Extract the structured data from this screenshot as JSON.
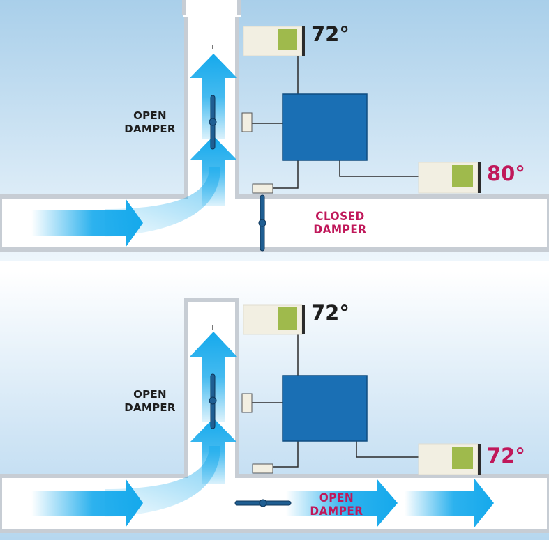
{
  "colors": {
    "sky_top": "#a9cfea",
    "sky_bottom": "#eef6fc",
    "duct": "#ffffff",
    "duct_border": "#c7cdd4",
    "air_arrow": "#15a9ec",
    "damper": "#1f5e92",
    "unit_box": "#1a6fb4",
    "thermostat_body": "#f2efe2",
    "thermostat_screen": "#9fba4c",
    "label_dark": "#1e1e1e",
    "label_red": "#c0185a"
  },
  "top_scenario": {
    "riser_damper_label": "OPEN\nDAMPER",
    "main_damper_label": "CLOSED\nDAMPER",
    "upper_thermostat_temp": "72°",
    "lower_thermostat_temp": "80°"
  },
  "bottom_scenario": {
    "riser_damper_label": "OPEN\nDAMPER",
    "main_damper_label": "OPEN\nDAMPER",
    "upper_thermostat_temp": "72°",
    "lower_thermostat_temp": "72°"
  }
}
